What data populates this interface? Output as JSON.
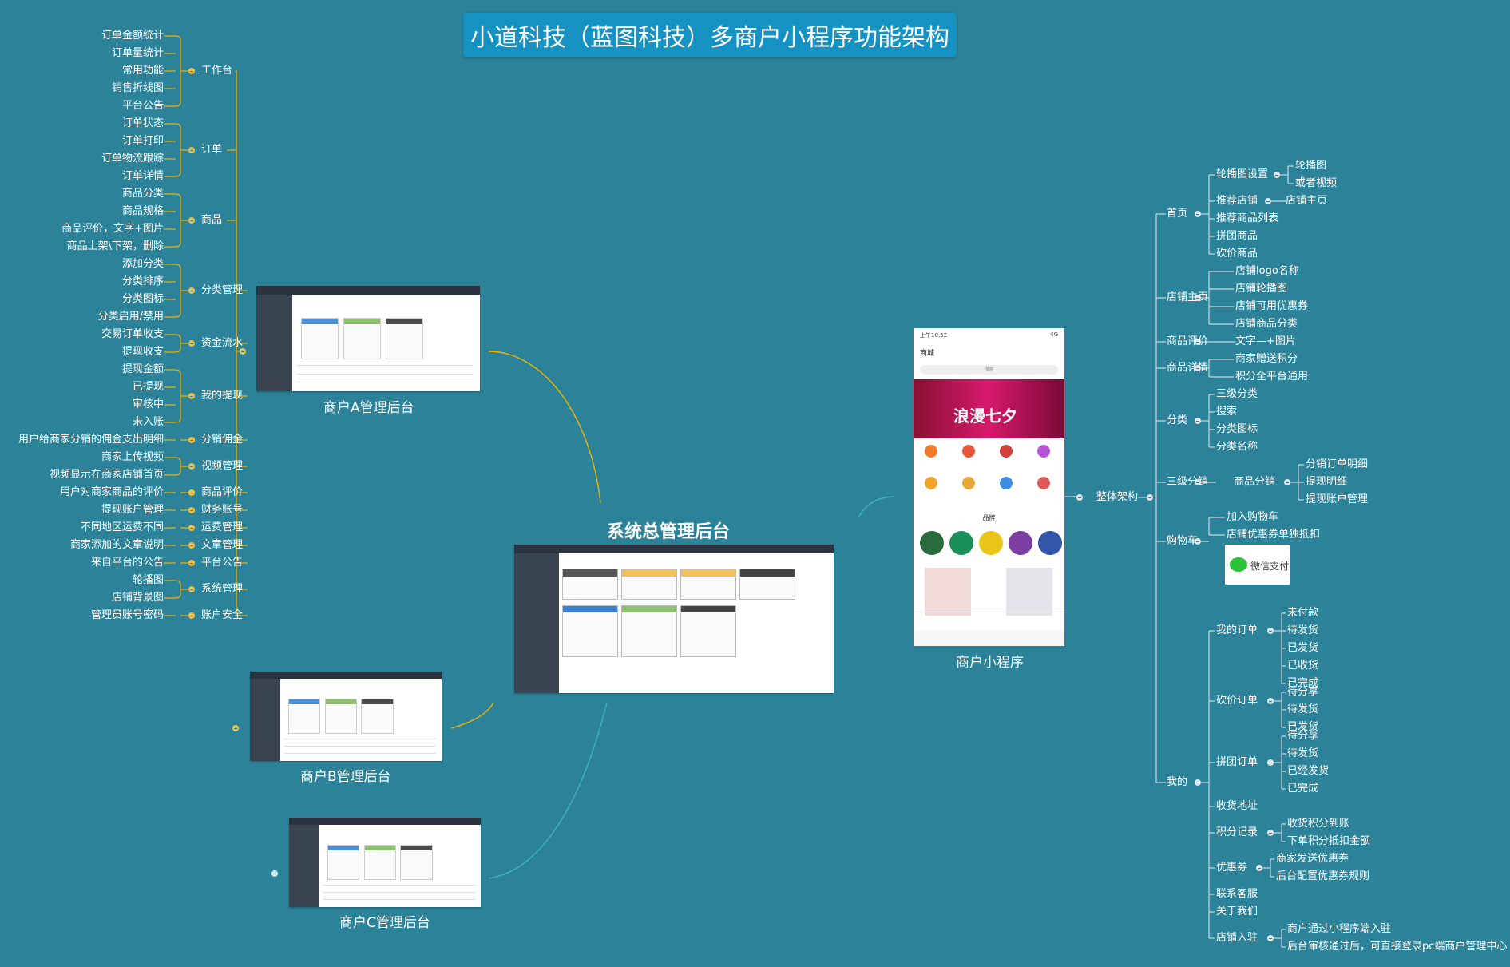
{
  "title": "小道科技（蓝图科技）多商户小程序功能架构",
  "central": "系统总管理后台",
  "captions": {
    "merchant_a": "商户A管理后台",
    "merchant_b": "商户B管理后台",
    "merchant_c": "商户C管理后台",
    "mini_program": "商户小程序"
  },
  "left_groups": [
    {
      "label": "工作台",
      "items": [
        "订单金额统计",
        "订单量统计",
        "常用功能",
        "销售折线图",
        "平台公告"
      ]
    },
    {
      "label": "订单",
      "items": [
        "订单状态",
        "订单打印",
        "订单物流跟踪",
        "订单详情"
      ]
    },
    {
      "label": "商品",
      "items": [
        "商品分类",
        "商品规格",
        "商品评价，文字+图片",
        "商品上架\\下架，删除"
      ]
    },
    {
      "label": "分类管理",
      "items": [
        "添加分类",
        "分类排序",
        "分类图标",
        "分类启用/禁用"
      ]
    },
    {
      "label": "资金流水",
      "items": [
        "交易订单收支",
        "提现收支"
      ]
    },
    {
      "label": "我的提现",
      "items": [
        "提现金额",
        "已提现",
        "审核中",
        "未入账"
      ]
    },
    {
      "label": "分销佣金",
      "items": [
        "用户给商家分销的佣金支出明细"
      ]
    },
    {
      "label": "视频管理",
      "items": [
        "商家上传视频",
        "视频显示在商家店铺首页"
      ]
    },
    {
      "label": "商品评价",
      "items": [
        "用户对商家商品的评价"
      ]
    },
    {
      "label": "财务账号",
      "items": [
        "提现账户管理"
      ]
    },
    {
      "label": "运费管理",
      "items": [
        "不同地区运费不同"
      ]
    },
    {
      "label": "文章管理",
      "items": [
        "商家添加的文章说明"
      ]
    },
    {
      "label": "平台公告",
      "items": [
        "来自平台的公告"
      ]
    },
    {
      "label": "系统管理",
      "items": [
        "轮播图",
        "店铺背景图"
      ]
    },
    {
      "label": "账户安全",
      "items": [
        "管理员账号密码"
      ]
    }
  ],
  "right_root": "整体架构",
  "right": {
    "home": {
      "label": "首页",
      "carousel": "轮播图设置",
      "carousel_items": [
        "轮播图",
        "或者视频"
      ],
      "recommend": "推荐店铺",
      "recommend_item": "店铺主页",
      "others": [
        "推荐商品列表",
        "拼团商品",
        "砍价商品"
      ]
    },
    "shop": {
      "label": "店铺主页",
      "items": [
        "店铺logo名称",
        "店铺轮播图",
        "店铺可用优惠券",
        "店铺商品分类"
      ]
    },
    "review": {
      "label": "商品评价",
      "item": "文字—+图片"
    },
    "detail": {
      "label": "商品详情",
      "items": [
        "商家赠送积分",
        "积分全平台通用"
      ]
    },
    "category": {
      "label": "分类",
      "items": [
        "三级分类",
        "搜索",
        "分类图标",
        "分类名称"
      ]
    },
    "distribution": {
      "label": "三级分销",
      "sub": "商品分销",
      "items": [
        "分销订单明细",
        "提现明细",
        "提现账户管理"
      ]
    },
    "cart": {
      "label": "购物车",
      "items": [
        "加入购物车",
        "店铺优惠券单独抵扣"
      ],
      "wechat": "微信支付"
    },
    "mine": {
      "label": "我的",
      "orders": {
        "label": "我的订单",
        "items": [
          "未付款",
          "待发货",
          "已发货",
          "已收货",
          "已完成"
        ]
      },
      "bargain": {
        "label": "砍价订单",
        "items": [
          "待分享",
          "待发货",
          "已发货"
        ]
      },
      "group": {
        "label": "拼团订单",
        "items": [
          "待分享",
          "待发货",
          "已经发货",
          "已完成"
        ]
      },
      "address": "收货地址",
      "points": {
        "label": "积分记录",
        "items": [
          "收货积分到账",
          "下单积分抵扣金额"
        ]
      },
      "coupon": {
        "label": "优惠券",
        "items": [
          "商家发送优惠券",
          "后台配置优惠券规则"
        ]
      },
      "contact": "联系客服",
      "about": "关于我们",
      "join": {
        "label": "店铺入驻",
        "items": [
          "商户通过小程序端入驻",
          "后台审核通过后，可直接登录pc端商户管理中心"
        ]
      }
    }
  },
  "phone": {
    "status_time": "上午10:52",
    "status_right": "4G",
    "title": "商城",
    "search": "搜索",
    "banner": "浪漫七夕",
    "brand": "品牌"
  },
  "colors": {
    "background": "#2c8399",
    "title_box": "#1692c2",
    "connector_left": "#f0b400",
    "connector_right": "#c8d8de"
  }
}
